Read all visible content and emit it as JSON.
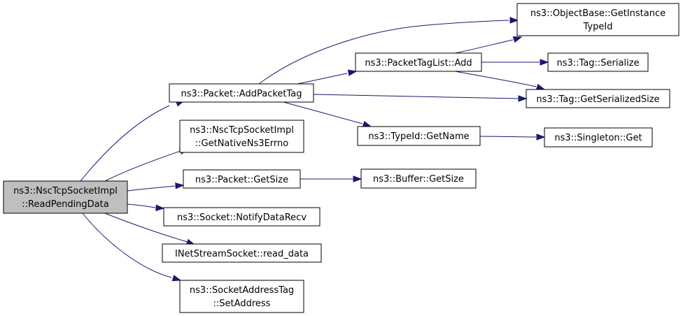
{
  "nodes": {
    "root": {
      "lines": [
        "ns3::NscTcpSocketImpl",
        "::ReadPendingData"
      ]
    },
    "addPacketTag": {
      "lines": [
        "ns3::Packet::AddPacketTag"
      ]
    },
    "getNativeErr": {
      "lines": [
        "ns3::NscTcpSocketImpl",
        "::GetNativeNs3Errno"
      ]
    },
    "pktGetSize": {
      "lines": [
        "ns3::Packet::GetSize"
      ]
    },
    "notifyRecv": {
      "lines": [
        "ns3::Socket::NotifyDataRecv"
      ]
    },
    "readData": {
      "lines": [
        "INetStreamSocket::read_data"
      ]
    },
    "setAddress": {
      "lines": [
        "ns3::SocketAddressTag",
        "::SetAddress"
      ]
    },
    "objBaseTypeId": {
      "lines": [
        "ns3::ObjectBase::GetInstance",
        "TypeId"
      ]
    },
    "tagListAdd": {
      "lines": [
        "ns3::PacketTagList::Add"
      ]
    },
    "tagSerialize": {
      "lines": [
        "ns3::Tag::Serialize"
      ]
    },
    "tagSerSize": {
      "lines": [
        "ns3::Tag::GetSerializedSize"
      ]
    },
    "typeIdName": {
      "lines": [
        "ns3::TypeId::GetName"
      ]
    },
    "singletonGet": {
      "lines": [
        "ns3::Singleton::Get"
      ]
    },
    "bufGetSize": {
      "lines": [
        "ns3::Buffer::GetSize"
      ]
    }
  },
  "edges": [
    [
      "root",
      "addPacketTag"
    ],
    [
      "root",
      "getNativeErr"
    ],
    [
      "root",
      "pktGetSize"
    ],
    [
      "root",
      "notifyRecv"
    ],
    [
      "root",
      "readData"
    ],
    [
      "root",
      "setAddress"
    ],
    [
      "addPacketTag",
      "objBaseTypeId"
    ],
    [
      "addPacketTag",
      "tagListAdd"
    ],
    [
      "addPacketTag",
      "tagSerSize"
    ],
    [
      "addPacketTag",
      "typeIdName"
    ],
    [
      "tagListAdd",
      "objBaseTypeId"
    ],
    [
      "tagListAdd",
      "tagSerialize"
    ],
    [
      "tagListAdd",
      "tagSerSize"
    ],
    [
      "typeIdName",
      "singletonGet"
    ],
    [
      "pktGetSize",
      "bufGetSize"
    ]
  ]
}
